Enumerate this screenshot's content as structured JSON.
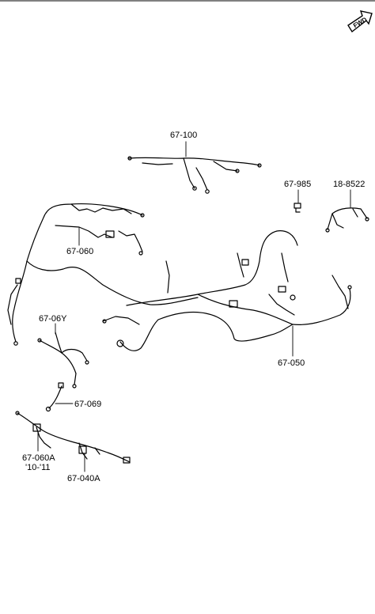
{
  "diagram": {
    "fwd_label": "FWD",
    "parts": [
      {
        "id": "p1",
        "label": "67-100"
      },
      {
        "id": "p2",
        "label": "67-985"
      },
      {
        "id": "p3",
        "label": "18-8522"
      },
      {
        "id": "p4",
        "label": "67-060"
      },
      {
        "id": "p5",
        "label": "67-06Y"
      },
      {
        "id": "p6",
        "label": "67-050"
      },
      {
        "id": "p7",
        "label": "67-069"
      },
      {
        "id": "p8",
        "label": "67-060A"
      },
      {
        "id": "p9",
        "label": "'10-'11"
      },
      {
        "id": "p10",
        "label": "67-040A"
      }
    ]
  }
}
